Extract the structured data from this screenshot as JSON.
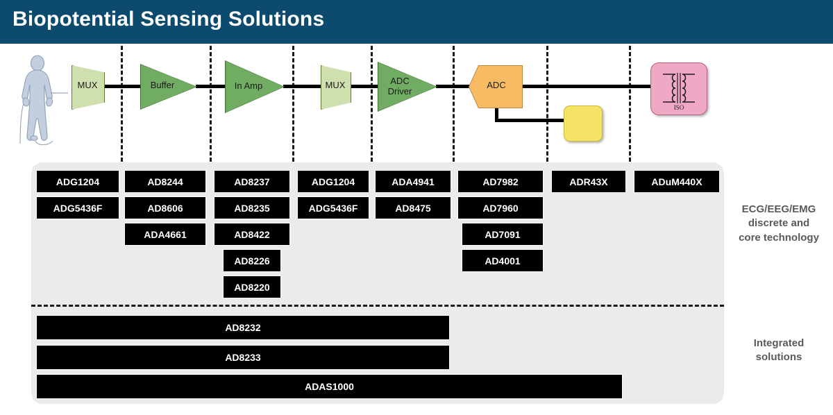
{
  "header": {
    "title": "Biopotential Sensing Solutions"
  },
  "signal_chain": {
    "patient_icon": "human-body-icon",
    "blocks": [
      {
        "id": "mux1",
        "label": "MUX",
        "shape": "trapezoid",
        "color": "#cfdfae"
      },
      {
        "id": "buffer",
        "label": "Buffer",
        "shape": "triangle",
        "color": "#70ad62"
      },
      {
        "id": "inamp",
        "label": "In Amp",
        "shape": "triangle",
        "color": "#70ad62"
      },
      {
        "id": "mux2",
        "label": "MUX",
        "shape": "trapezoid",
        "color": "#cfdfae"
      },
      {
        "id": "adcdriver",
        "label": "ADC\nDriver",
        "shape": "triangle",
        "color": "#70ad62"
      },
      {
        "id": "adc",
        "label": "ADC",
        "shape": "hexagon",
        "color": "#f7bc63"
      },
      {
        "id": "reference",
        "label": "",
        "shape": "rounded-square",
        "color": "#f4e364"
      },
      {
        "id": "iso",
        "label": "ISO",
        "shape": "rounded-rect",
        "color": "#f0a9c4"
      }
    ]
  },
  "products": {
    "columns": [
      {
        "stage": "mux1",
        "parts": [
          "ADG1204",
          "ADG5436F"
        ]
      },
      {
        "stage": "buffer",
        "parts": [
          "AD8244",
          "AD8606",
          "ADA4661"
        ]
      },
      {
        "stage": "inamp",
        "parts": [
          "AD8237",
          "AD8235",
          "AD8422",
          "AD8226",
          "AD8220"
        ]
      },
      {
        "stage": "mux2",
        "parts": [
          "ADG1204",
          "ADG5436F"
        ]
      },
      {
        "stage": "adcdriver",
        "parts": [
          "ADA4941",
          "AD8475"
        ]
      },
      {
        "stage": "adc",
        "parts": [
          "AD7982",
          "AD7960",
          "AD7091",
          "AD4001"
        ]
      },
      {
        "stage": "reference",
        "parts": [
          "ADR43X"
        ]
      },
      {
        "stage": "iso",
        "parts": [
          "ADuM440X"
        ]
      }
    ],
    "integrated": [
      {
        "name": "AD8232"
      },
      {
        "name": "AD8233"
      },
      {
        "name": "ADAS1000"
      }
    ]
  },
  "captions": {
    "discrete": "ECG/EEG/EMG\ndiscrete and\ncore technology",
    "integrated": "Integrated\nsolutions"
  },
  "colors": {
    "header_bg": "#0d4b6e",
    "panel_bg": "#ebebeb",
    "chip_bg": "#000000",
    "green": "#70ad62",
    "light_green": "#cfdfae",
    "orange": "#f7bc63",
    "yellow": "#f4e364",
    "pink": "#f0a9c4",
    "caption_text": "#5a5a5a"
  }
}
